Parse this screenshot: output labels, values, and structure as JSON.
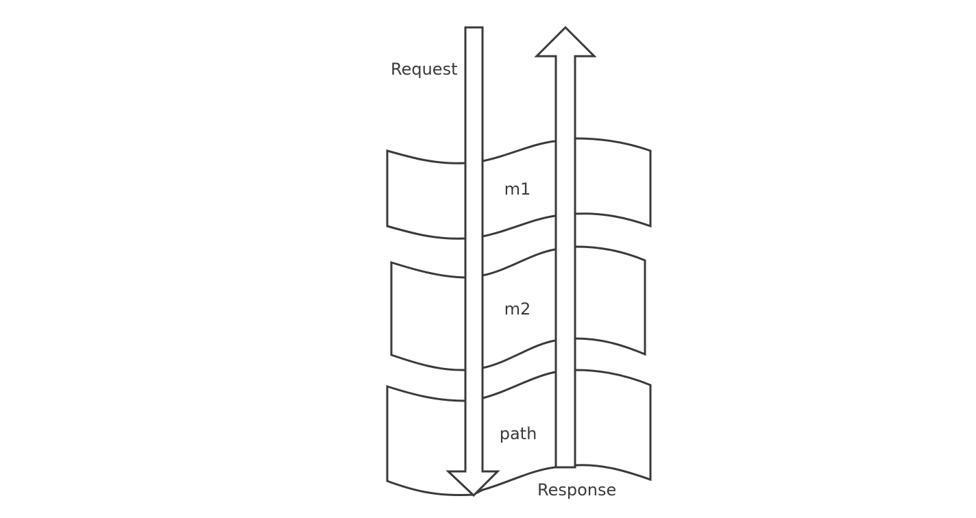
{
  "diagram": {
    "request_label": "Request",
    "response_label": "Response",
    "layers": [
      {
        "label": "m1"
      },
      {
        "label": "m2"
      },
      {
        "label": "path"
      }
    ]
  },
  "colors": {
    "stroke": "#3a3a3a",
    "fill": "#ffffff",
    "background": "#ffffff"
  }
}
